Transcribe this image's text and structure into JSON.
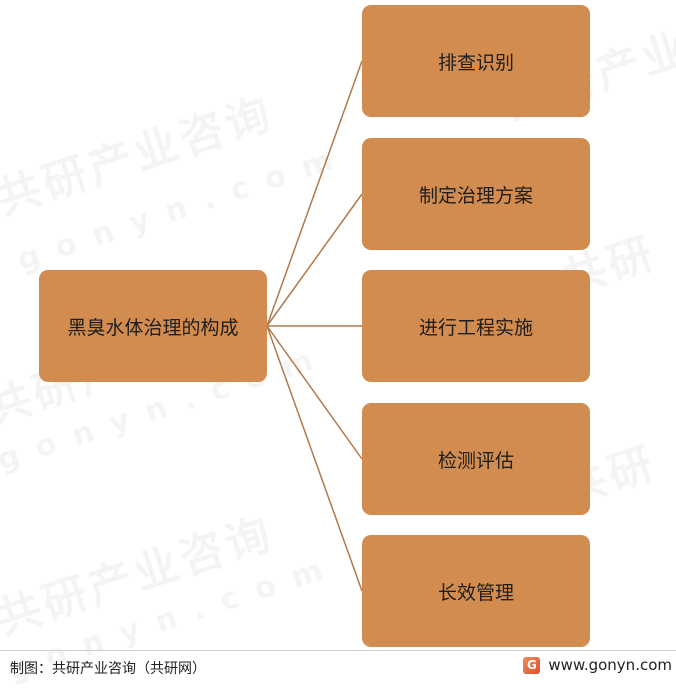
{
  "diagram": {
    "root": {
      "label": "黑臭水体治理的构成"
    },
    "children": [
      {
        "label": "排查识别"
      },
      {
        "label": "制定治理方案"
      },
      {
        "label": "进行工程实施"
      },
      {
        "label": "检测评估"
      },
      {
        "label": "长效管理"
      }
    ],
    "box_color": "#d38c4f",
    "connector_color": "#b07a4c"
  },
  "footer": {
    "source": "制图：共研产业咨询（共研网）",
    "website": "www.gonyn.com",
    "logo_icon": "gonyn-logo-icon"
  }
}
